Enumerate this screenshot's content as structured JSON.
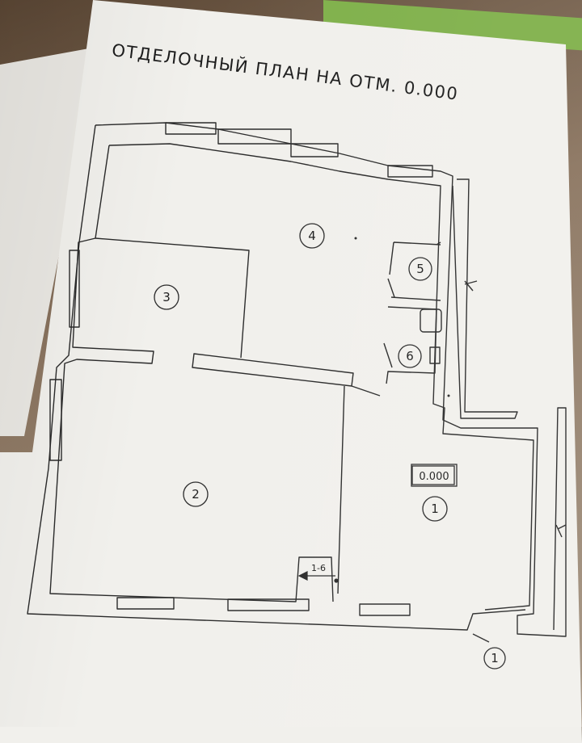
{
  "title": "ОТДЕЛОЧНЫЙ ПЛАН НА ОТМ. 0.000",
  "rooms": [
    {
      "number": "1"
    },
    {
      "number": "2"
    },
    {
      "number": "3"
    },
    {
      "number": "4"
    },
    {
      "number": "5"
    },
    {
      "number": "6"
    }
  ],
  "elevation_mark": "0.000",
  "section_mark": "1-6",
  "axis_mark": "1"
}
